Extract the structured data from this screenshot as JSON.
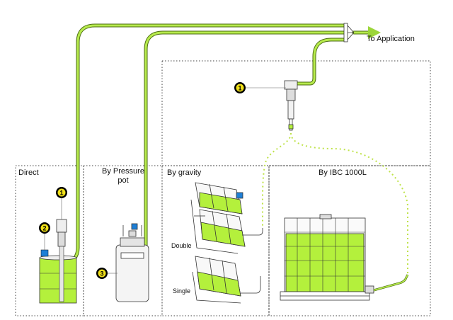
{
  "labels": {
    "to_application": "To Application",
    "direct": "Direct",
    "pressure_pot": "By Pressure\npot",
    "gravity": "By gravity",
    "ibc": "By IBC 1000L",
    "double": "Double",
    "single": "Single"
  },
  "callouts": [
    "1",
    "2",
    "3",
    "1"
  ],
  "colors": {
    "hose": "#b6ea4c",
    "hose_dark": "#4a6a10",
    "liquid": "#b4f03c",
    "cap_blue": "#1e7fd6",
    "dashed_line": "#bfe34a",
    "frame": "#333333"
  }
}
